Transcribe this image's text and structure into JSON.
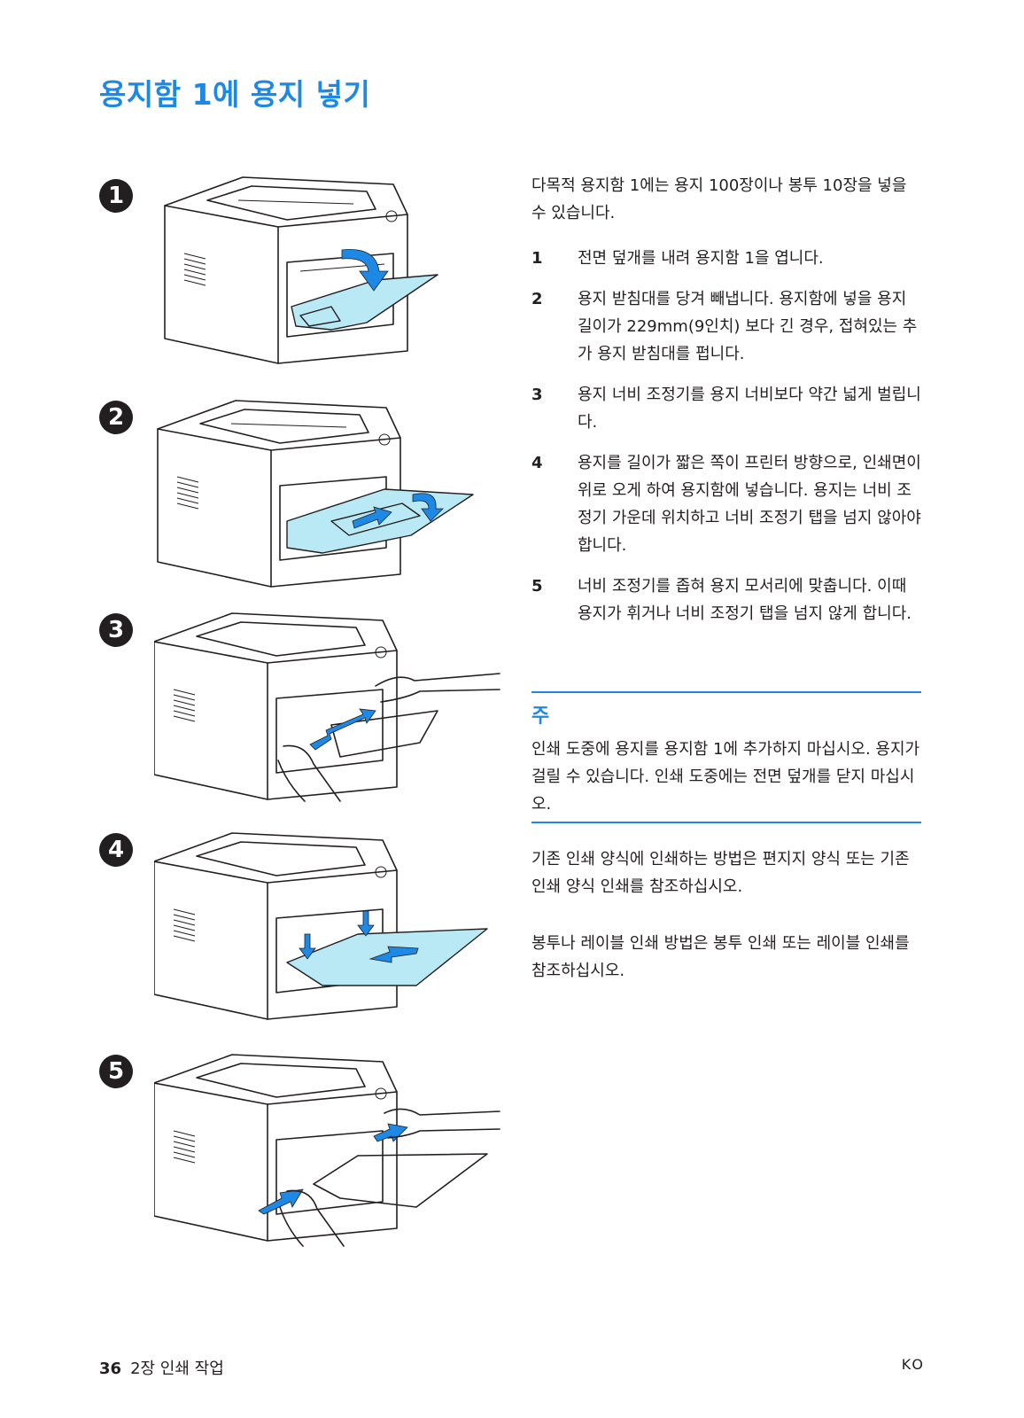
{
  "page": {
    "title": "용지함 1에 용지 넣기"
  },
  "figures": [
    {
      "badge": "1"
    },
    {
      "badge": "2"
    },
    {
      "badge": "3"
    },
    {
      "badge": "4"
    },
    {
      "badge": "5"
    }
  ],
  "intro": "다목적 용지함 1에는 용지 100장이나 봉투 10장을 넣을 수 있습니다.",
  "steps": [
    {
      "num": "1",
      "text": "전면 덮개를 내려 용지함 1을 엽니다."
    },
    {
      "num": "2",
      "text": "용지 받침대를 당겨 빼냅니다. 용지함에 넣을 용지 길이가 229mm(9인치) 보다 긴 경우, 접혀있는 추가 용지 받침대를 펍니다."
    },
    {
      "num": "3",
      "text": "용지 너비 조정기를 용지 너비보다 약간 넓게 벌립니다."
    },
    {
      "num": "4",
      "text": "용지를 길이가 짧은 쪽이 프린터 방향으로, 인쇄면이 위로 오게 하여 용지함에 넣습니다. 용지는 너비 조정기 가운데 위치하고 너비 조정기 탭을 넘지 않아야 합니다."
    },
    {
      "num": "5",
      "text": "너비 조정기를 좁혀 용지 모서리에 맞춥니다. 이때 용지가 휘거나 너비 조정기 탭을 넘지 않게 합니다."
    }
  ],
  "note": {
    "title": "주",
    "text": "인쇄 도중에 용지를 용지함 1에 추가하지 마십시오. 용지가 걸릴 수 있습니다. 인쇄 도중에는 전면 덮개를 닫지 마십시오."
  },
  "para_form": "기존 인쇄 양식에 인쇄하는 방법은 편지지 양식 또는 기존 인쇄 양식 인쇄를 참조하십시오.",
  "para_envelope": "봉투나 레이블 인쇄 방법은 봉투 인쇄 또는 레이블 인쇄를 참조하십시오.",
  "footer": {
    "page_number": "36",
    "chapter": "2장 인쇄 작업",
    "lang": "KO"
  },
  "colors": {
    "accent": "#1e88e5",
    "tray_fill": "#b9e9f5"
  }
}
